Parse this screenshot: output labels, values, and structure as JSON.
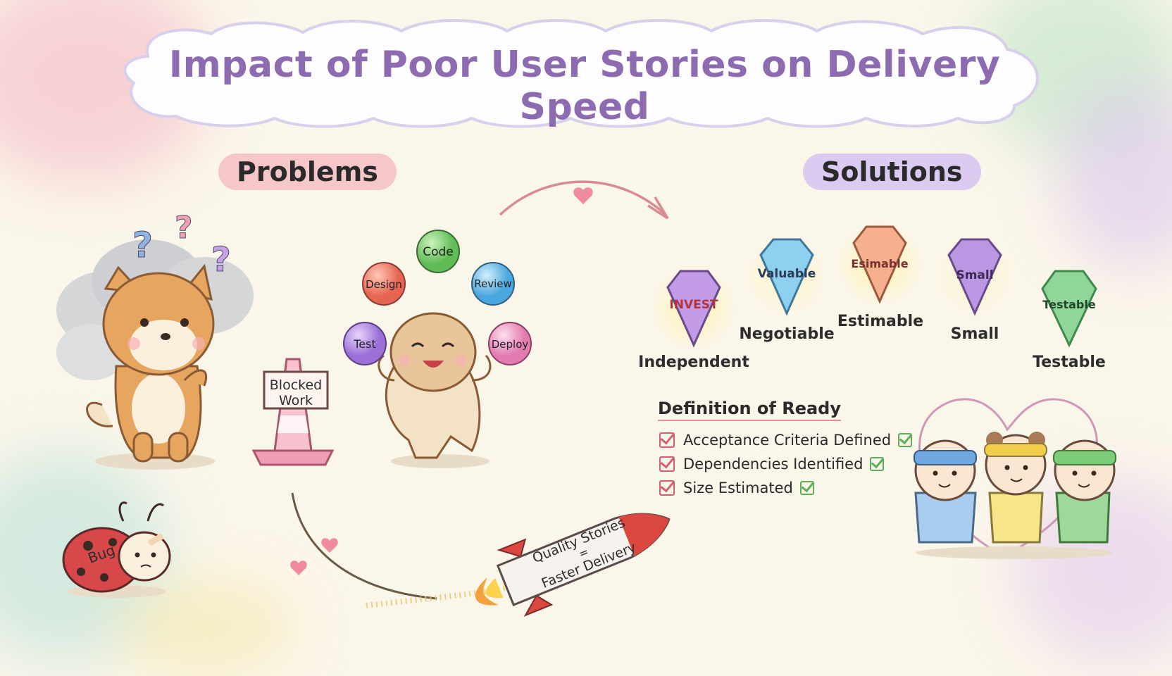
{
  "title": "Impact of Poor User Stories on Delivery Speed",
  "problems": {
    "label": "Problems",
    "blocked_sign": [
      "Blocked",
      "Work"
    ],
    "juggle_balls": [
      "Code",
      "Design",
      "Review",
      "Test",
      "Deploy"
    ],
    "bug_label": "Bug"
  },
  "solutions": {
    "label": "Solutions",
    "gems": [
      {
        "text": "INVEST",
        "label": "Independent",
        "color": "#b57fd9"
      },
      {
        "text": "Valuable",
        "label": "Negotiable",
        "color": "#79bfe6"
      },
      {
        "text": "Esimable",
        "label": "Estimable",
        "color": "#f2a27e"
      },
      {
        "text": "Small",
        "label": "Small",
        "color": "#a983d6"
      },
      {
        "text": "Testable",
        "label": "Testable",
        "color": "#7fc98a"
      }
    ],
    "definition_of_ready": {
      "title": "Definition of Ready",
      "items": [
        "Acceptance Criteria Defined",
        "Dependencies Identified",
        "Size Estimated"
      ]
    }
  },
  "rocket": {
    "line1": "Quality Stories",
    "line2": "=",
    "line3": "Faster Delivery"
  },
  "colors": {
    "title": "#8d6bb0",
    "problems_pill": "#f6c7c9",
    "solutions_pill": "#dccbf1"
  }
}
